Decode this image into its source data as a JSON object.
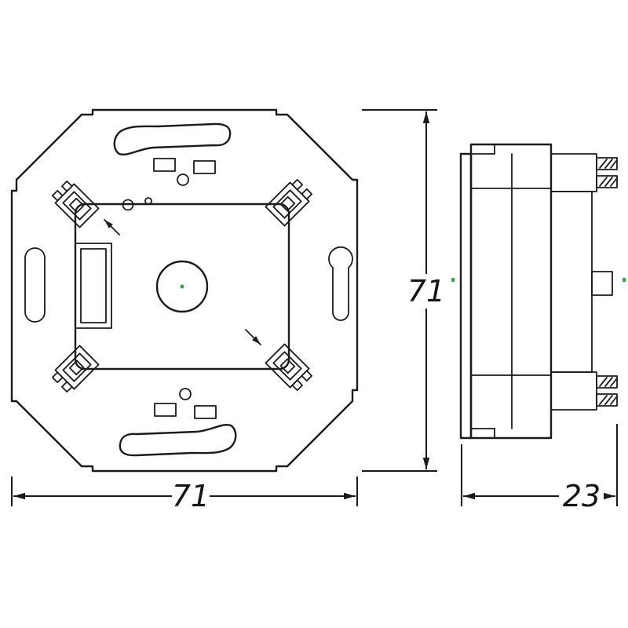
{
  "dimensions": {
    "front_width": "71",
    "front_height": "71",
    "side_depth": "23"
  },
  "colors": {
    "line": "#1b1b1b",
    "background": "#ffffff",
    "center_marker": "#39a24b"
  },
  "views": {
    "front_view": "switch-insert-front-view",
    "side_view": "switch-insert-side-view"
  }
}
